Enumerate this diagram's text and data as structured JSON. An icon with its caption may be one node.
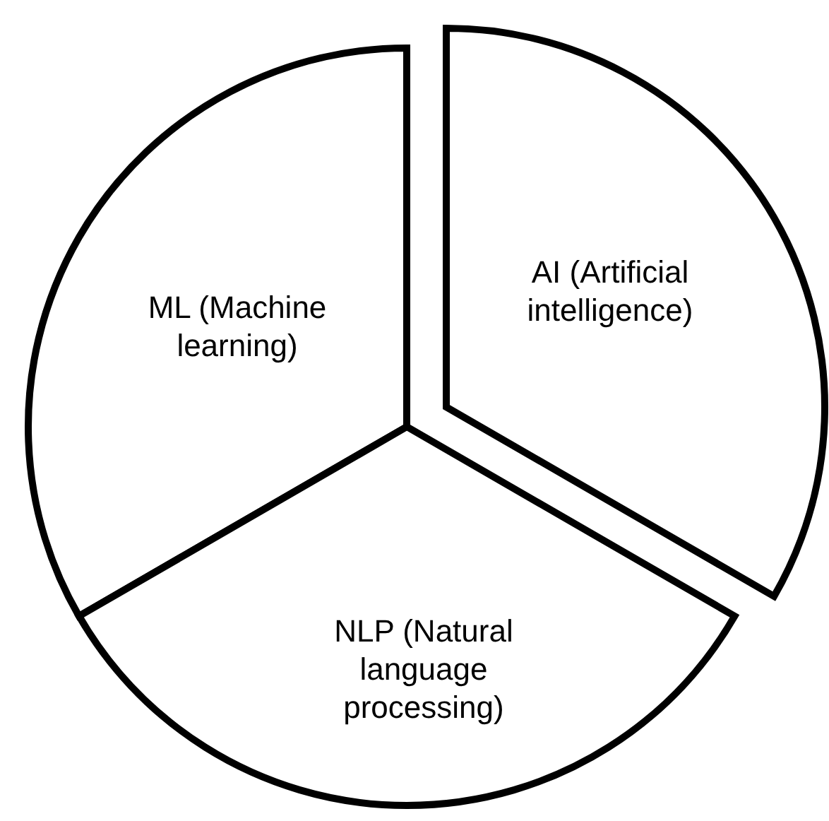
{
  "diagram": {
    "nodes": [
      {
        "text": [
          "ML (Machine learning)"
        ]
      },
      {
        "text": [
          "AI (Artificial intelligence)"
        ]
      },
      {
        "text": [
          "NLP (Natural language processing)"
        ]
      }
    ]
  }
}
